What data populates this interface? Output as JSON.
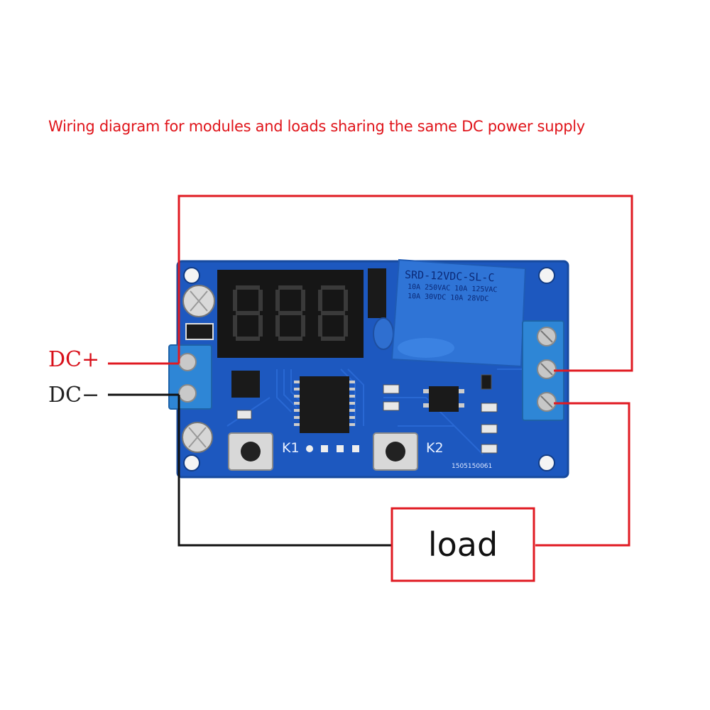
{
  "title": "Wiring diagram for modules and loads sharing the same DC power supply",
  "labels": {
    "dc_plus": "DC+",
    "dc_minus": "DC−",
    "load": "load"
  },
  "board": {
    "button_k1": "K1",
    "button_k2": "K2",
    "serial": "1505150061",
    "relay": {
      "model": "SRD-12VDC-SL-C",
      "rating_1": "10A 250VAC 10A 125VAC",
      "rating_2": "10A  30VDC 10A  28VDC",
      "rating_3": ""
    }
  },
  "colors": {
    "title": "#e0141a",
    "wire_positive": "#e01a22",
    "wire_negative": "#111111",
    "pcb": "#1d5bc4",
    "relay": "#2f74d6",
    "terminal": "#2e86d6"
  }
}
